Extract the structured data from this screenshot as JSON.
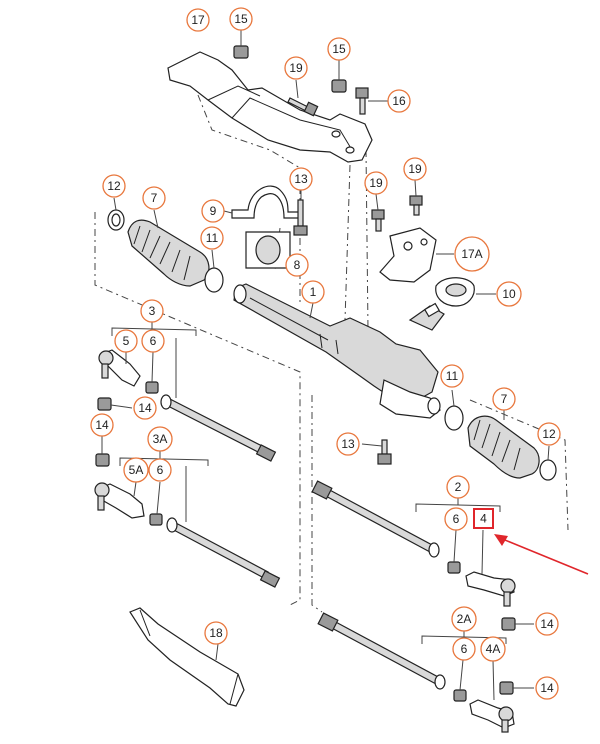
{
  "colors": {
    "callout_ring": "#e8773d",
    "highlight": "#e0262b",
    "line": "#222222"
  },
  "callouts": [
    {
      "id": "17",
      "label": "17"
    },
    {
      "id": "15a",
      "label": "15"
    },
    {
      "id": "19a",
      "label": "19"
    },
    {
      "id": "15b",
      "label": "15"
    },
    {
      "id": "16",
      "label": "16"
    },
    {
      "id": "12a",
      "label": "12"
    },
    {
      "id": "7a",
      "label": "7"
    },
    {
      "id": "9",
      "label": "9"
    },
    {
      "id": "13a",
      "label": "13"
    },
    {
      "id": "19b",
      "label": "19"
    },
    {
      "id": "19c",
      "label": "19"
    },
    {
      "id": "11a",
      "label": "11"
    },
    {
      "id": "8",
      "label": "8"
    },
    {
      "id": "17A",
      "label": "17A"
    },
    {
      "id": "1",
      "label": "1"
    },
    {
      "id": "10",
      "label": "10"
    },
    {
      "id": "3",
      "label": "3"
    },
    {
      "id": "5",
      "label": "5"
    },
    {
      "id": "6a",
      "label": "6"
    },
    {
      "id": "14a",
      "label": "14"
    },
    {
      "id": "14b",
      "label": "14"
    },
    {
      "id": "11b",
      "label": "11"
    },
    {
      "id": "7b",
      "label": "7"
    },
    {
      "id": "3A",
      "label": "3A"
    },
    {
      "id": "13b",
      "label": "13"
    },
    {
      "id": "12b",
      "label": "12"
    },
    {
      "id": "5A",
      "label": "5A"
    },
    {
      "id": "6b",
      "label": "6"
    },
    {
      "id": "2",
      "label": "2"
    },
    {
      "id": "6c",
      "label": "6"
    },
    {
      "id": "14c",
      "label": "14"
    },
    {
      "id": "18",
      "label": "18"
    },
    {
      "id": "2A",
      "label": "2A"
    },
    {
      "id": "6d",
      "label": "6"
    },
    {
      "id": "4A",
      "label": "4A"
    },
    {
      "id": "14d",
      "label": "14"
    }
  ],
  "highlighted_part": {
    "label": "4"
  }
}
